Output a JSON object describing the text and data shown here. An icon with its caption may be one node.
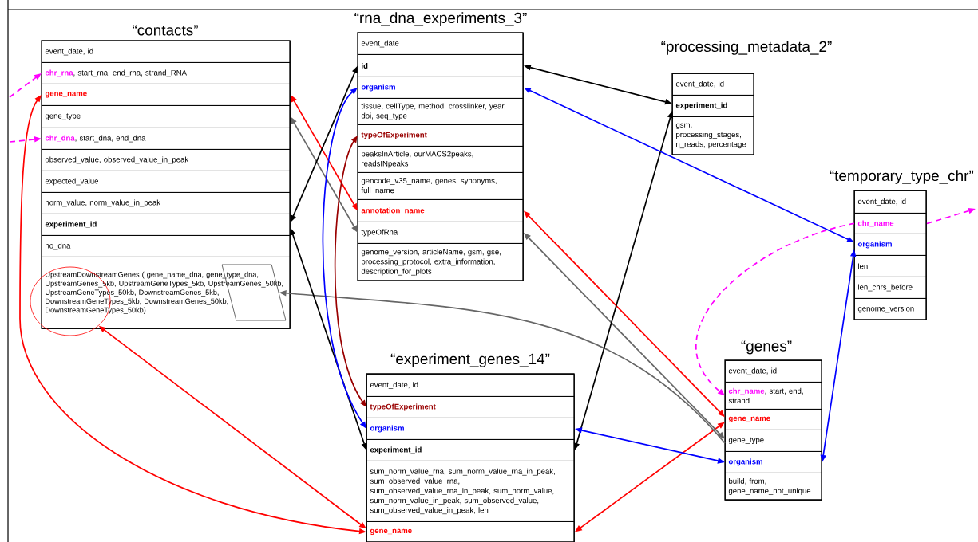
{
  "diagram": {
    "nodes": [
      {
        "text": [
          "“contacts”"
        ]
      },
      {
        "text": [
          "event_date, id"
        ],
        "in": 0
      },
      {
        "text": [
          "chr_rna",
          ", start_rna, end_rna, strand_RNA"
        ],
        "in": 0
      },
      {
        "text": [
          "gene_name"
        ],
        "in": 0
      },
      {
        "text": [
          "gene_type"
        ],
        "in": 0
      },
      {
        "text": [
          "chr_dna",
          ", start_dna, end_dna"
        ],
        "in": 0
      },
      {
        "text": [
          "observed_value, observed_value_in_peak"
        ],
        "in": 0
      },
      {
        "text": [
          "expected_value"
        ],
        "in": 0
      },
      {
        "text": [
          "norm_value, norm_value_in_peak"
        ],
        "in": 0
      },
      {
        "text": [
          "experiment_id"
        ],
        "in": 0
      },
      {
        "text": [
          "no_dna"
        ],
        "in": 0
      },
      {
        "text": [
          "UpstreamDownstreamGenes ( gene_name_dna, gene_type_dna, UpstreamGenes_5kb, UpstreamGeneTypes_5kb, UpstreamGenes_50kb, UpstreamGeneTypes_50kb, DownstreamGenes_5kb, DownstreamGeneTypes_5kb, DownstreamGenes_50kb, DownstreamGeneTypes_50kb)"
        ],
        "in": 0
      },
      {
        "text": [],
        "shape": "ellipse"
      },
      {
        "text": [],
        "shape": "parallelogram",
        "in": 11
      },
      {
        "text": [
          "“rna_dna_experiments_3”"
        ]
      },
      {
        "text": [
          "event_date"
        ],
        "in": 14
      },
      {
        "text": [
          "id"
        ],
        "in": 14
      },
      {
        "text": [
          "organism"
        ],
        "in": 14
      },
      {
        "text": [
          "tissue, cellType, method, crosslinker, year, doi, seq_type"
        ],
        "in": 14
      },
      {
        "text": [
          "typeOfExperiment"
        ],
        "in": 14
      },
      {
        "text": [
          "peaksInArticle, ourMACS2peaks, readsINpeaks"
        ],
        "in": 14
      },
      {
        "text": [
          "gencode_v35_name, genes, synonyms, full_name"
        ],
        "in": 14
      },
      {
        "text": [
          "annotation_name"
        ],
        "in": 14
      },
      {
        "text": [
          "typeOfRna"
        ],
        "in": 14
      },
      {
        "text": [
          "genome_version, articleName, gsm, gse, processing_protocol, extra_information, description_for_plots"
        ],
        "in": 14
      },
      {
        "text": [
          "“processing_metadata_2”"
        ]
      },
      {
        "text": [
          "event_date, id"
        ],
        "in": 25
      },
      {
        "text": [
          "experiment_id"
        ],
        "in": 25
      },
      {
        "text": [
          "gsm, processing_stages, n_reads, percentage"
        ],
        "in": 25
      },
      {
        "text": [
          "“temporary_type_chr”"
        ]
      },
      {
        "text": [
          "event_date, id"
        ],
        "in": 29
      },
      {
        "text": [
          "chr_name"
        ],
        "in": 29
      },
      {
        "text": [
          "organism"
        ],
        "in": 29
      },
      {
        "text": [
          "len"
        ],
        "in": 29
      },
      {
        "text": [
          "len_chrs_before"
        ],
        "in": 29
      },
      {
        "text": [
          "genome_version"
        ],
        "in": 29
      },
      {
        "text": [
          "“experiment_genes_14”"
        ]
      },
      {
        "text": [
          "event_date, id"
        ],
        "in": 36
      },
      {
        "text": [
          "typeOfExperiment"
        ],
        "in": 36
      },
      {
        "text": [
          "organism"
        ],
        "in": 36
      },
      {
        "text": [
          "experiment_id"
        ],
        "in": 36
      },
      {
        "text": [
          "sum_norm_value_rna, sum_norm_value_rna_in_peak, sum_observed_value_rna, sum_observed_value_rna_in_peak, sum_norm_value, sum_norm_value_in_peak, sum_observed_value, sum_observed_value_in_peak, len"
        ],
        "in": 36
      },
      {
        "text": [
          "gene_name"
        ],
        "in": 36
      },
      {
        "text": [
          "“genes”"
        ]
      },
      {
        "text": [
          "event_date, id"
        ],
        "in": 43
      },
      {
        "text": [
          "chr_name",
          ", start, end, strand"
        ],
        "in": 43
      },
      {
        "text": [
          "gene_name"
        ],
        "in": 43
      },
      {
        "text": [
          "gene_type"
        ],
        "in": 43
      },
      {
        "text": [
          "organism"
        ],
        "in": 43
      },
      {
        "text": [
          "build, from, gene_name_not_unique"
        ],
        "in": 43
      }
    ],
    "edges": [
      {
        "from": null,
        "to": 2,
        "arrow": "to",
        "style": "dashed",
        "color": "#ff00ff"
      },
      {
        "from": null,
        "to": 5,
        "arrow": "to",
        "style": "dashed",
        "color": "#ff00ff"
      },
      {
        "from": 3,
        "to": 22,
        "arrow": "both",
        "color": "#ff0000"
      },
      {
        "from": 42,
        "to": 3,
        "arrow": "both",
        "color": "#ff0000"
      },
      {
        "from": 12,
        "to": 42,
        "arrow": "both",
        "color": "#ff0000"
      },
      {
        "from": 22,
        "to": 46,
        "arrow": "both",
        "color": "#ff0000"
      },
      {
        "from": 42,
        "to": 46,
        "arrow": "both",
        "color": "#ff0000"
      },
      {
        "from": 4,
        "to": 23,
        "arrow": "both",
        "color": "#666666"
      },
      {
        "from": 23,
        "to": 47,
        "arrow": "both",
        "color": "#666666"
      },
      {
        "from": 47,
        "to": 13,
        "arrow": "to",
        "color": "#666666"
      },
      {
        "from": 9,
        "to": 16,
        "arrow": "both",
        "color": "#000000"
      },
      {
        "from": 9,
        "to": 40,
        "arrow": "both",
        "color": "#000000"
      },
      {
        "from": 16,
        "to": 27,
        "arrow": "both",
        "color": "#000000"
      },
      {
        "from": 40,
        "to": 27,
        "arrow": "both",
        "color": "#000000"
      },
      {
        "from": 17,
        "to": 39,
        "arrow": "both",
        "color": "#0000ff"
      },
      {
        "from": 17,
        "to": 32,
        "arrow": "both",
        "color": "#0000ff"
      },
      {
        "from": 39,
        "to": 48,
        "arrow": "both",
        "color": "#0000ff"
      },
      {
        "from": 48,
        "to": 32,
        "arrow": "both",
        "color": "#0000ff"
      },
      {
        "from": 19,
        "to": 38,
        "arrow": "both",
        "color": "#990000"
      },
      {
        "from": 31,
        "to": 45,
        "arrow": "to",
        "style": "dashed",
        "color": "#ff00ff"
      },
      {
        "from": 31,
        "to": null,
        "arrow": "to",
        "style": "dashed",
        "color": "#ff00ff"
      }
    ]
  }
}
